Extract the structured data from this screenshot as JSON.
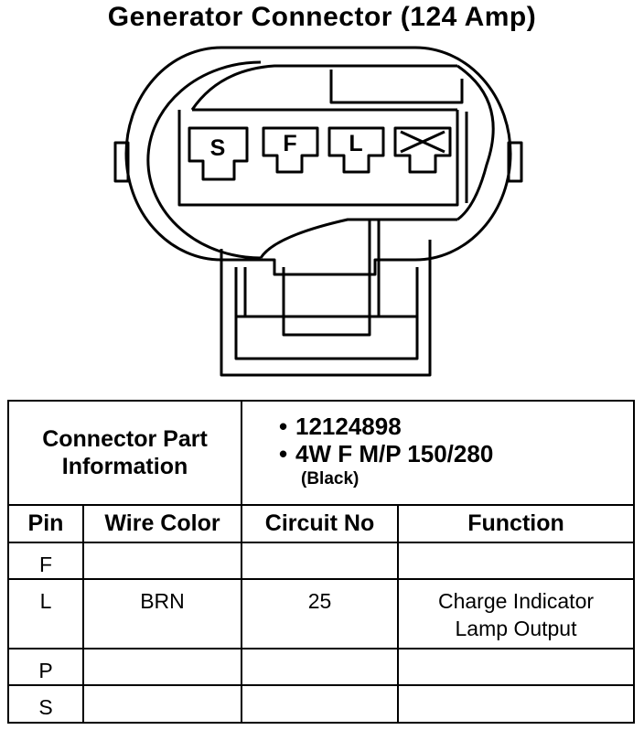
{
  "title": "Generator Connector (124 Amp)",
  "connector": {
    "pins": [
      "S",
      "F",
      "L",
      "unused"
    ]
  },
  "table": {
    "part_label_line1": "Connector Part",
    "part_label_line2": "Information",
    "part_numbers": [
      "12124898",
      "4W F M/P 150/280"
    ],
    "part_color": "(Black)",
    "headers": {
      "pin": "Pin",
      "wire_color": "Wire Color",
      "circuit_no": "Circuit No",
      "function": "Function"
    },
    "rows": [
      {
        "pin": "F",
        "wire_color": "",
        "circuit_no": "",
        "function_line1": "",
        "function_line2": ""
      },
      {
        "pin": "L",
        "wire_color": "BRN",
        "circuit_no": "25",
        "function_line1": "Charge Indicator",
        "function_line2": "Lamp Output"
      },
      {
        "pin": "P",
        "wire_color": "",
        "circuit_no": "",
        "function_line1": "",
        "function_line2": ""
      },
      {
        "pin": "S",
        "wire_color": "",
        "circuit_no": "",
        "function_line1": "",
        "function_line2": ""
      }
    ]
  }
}
